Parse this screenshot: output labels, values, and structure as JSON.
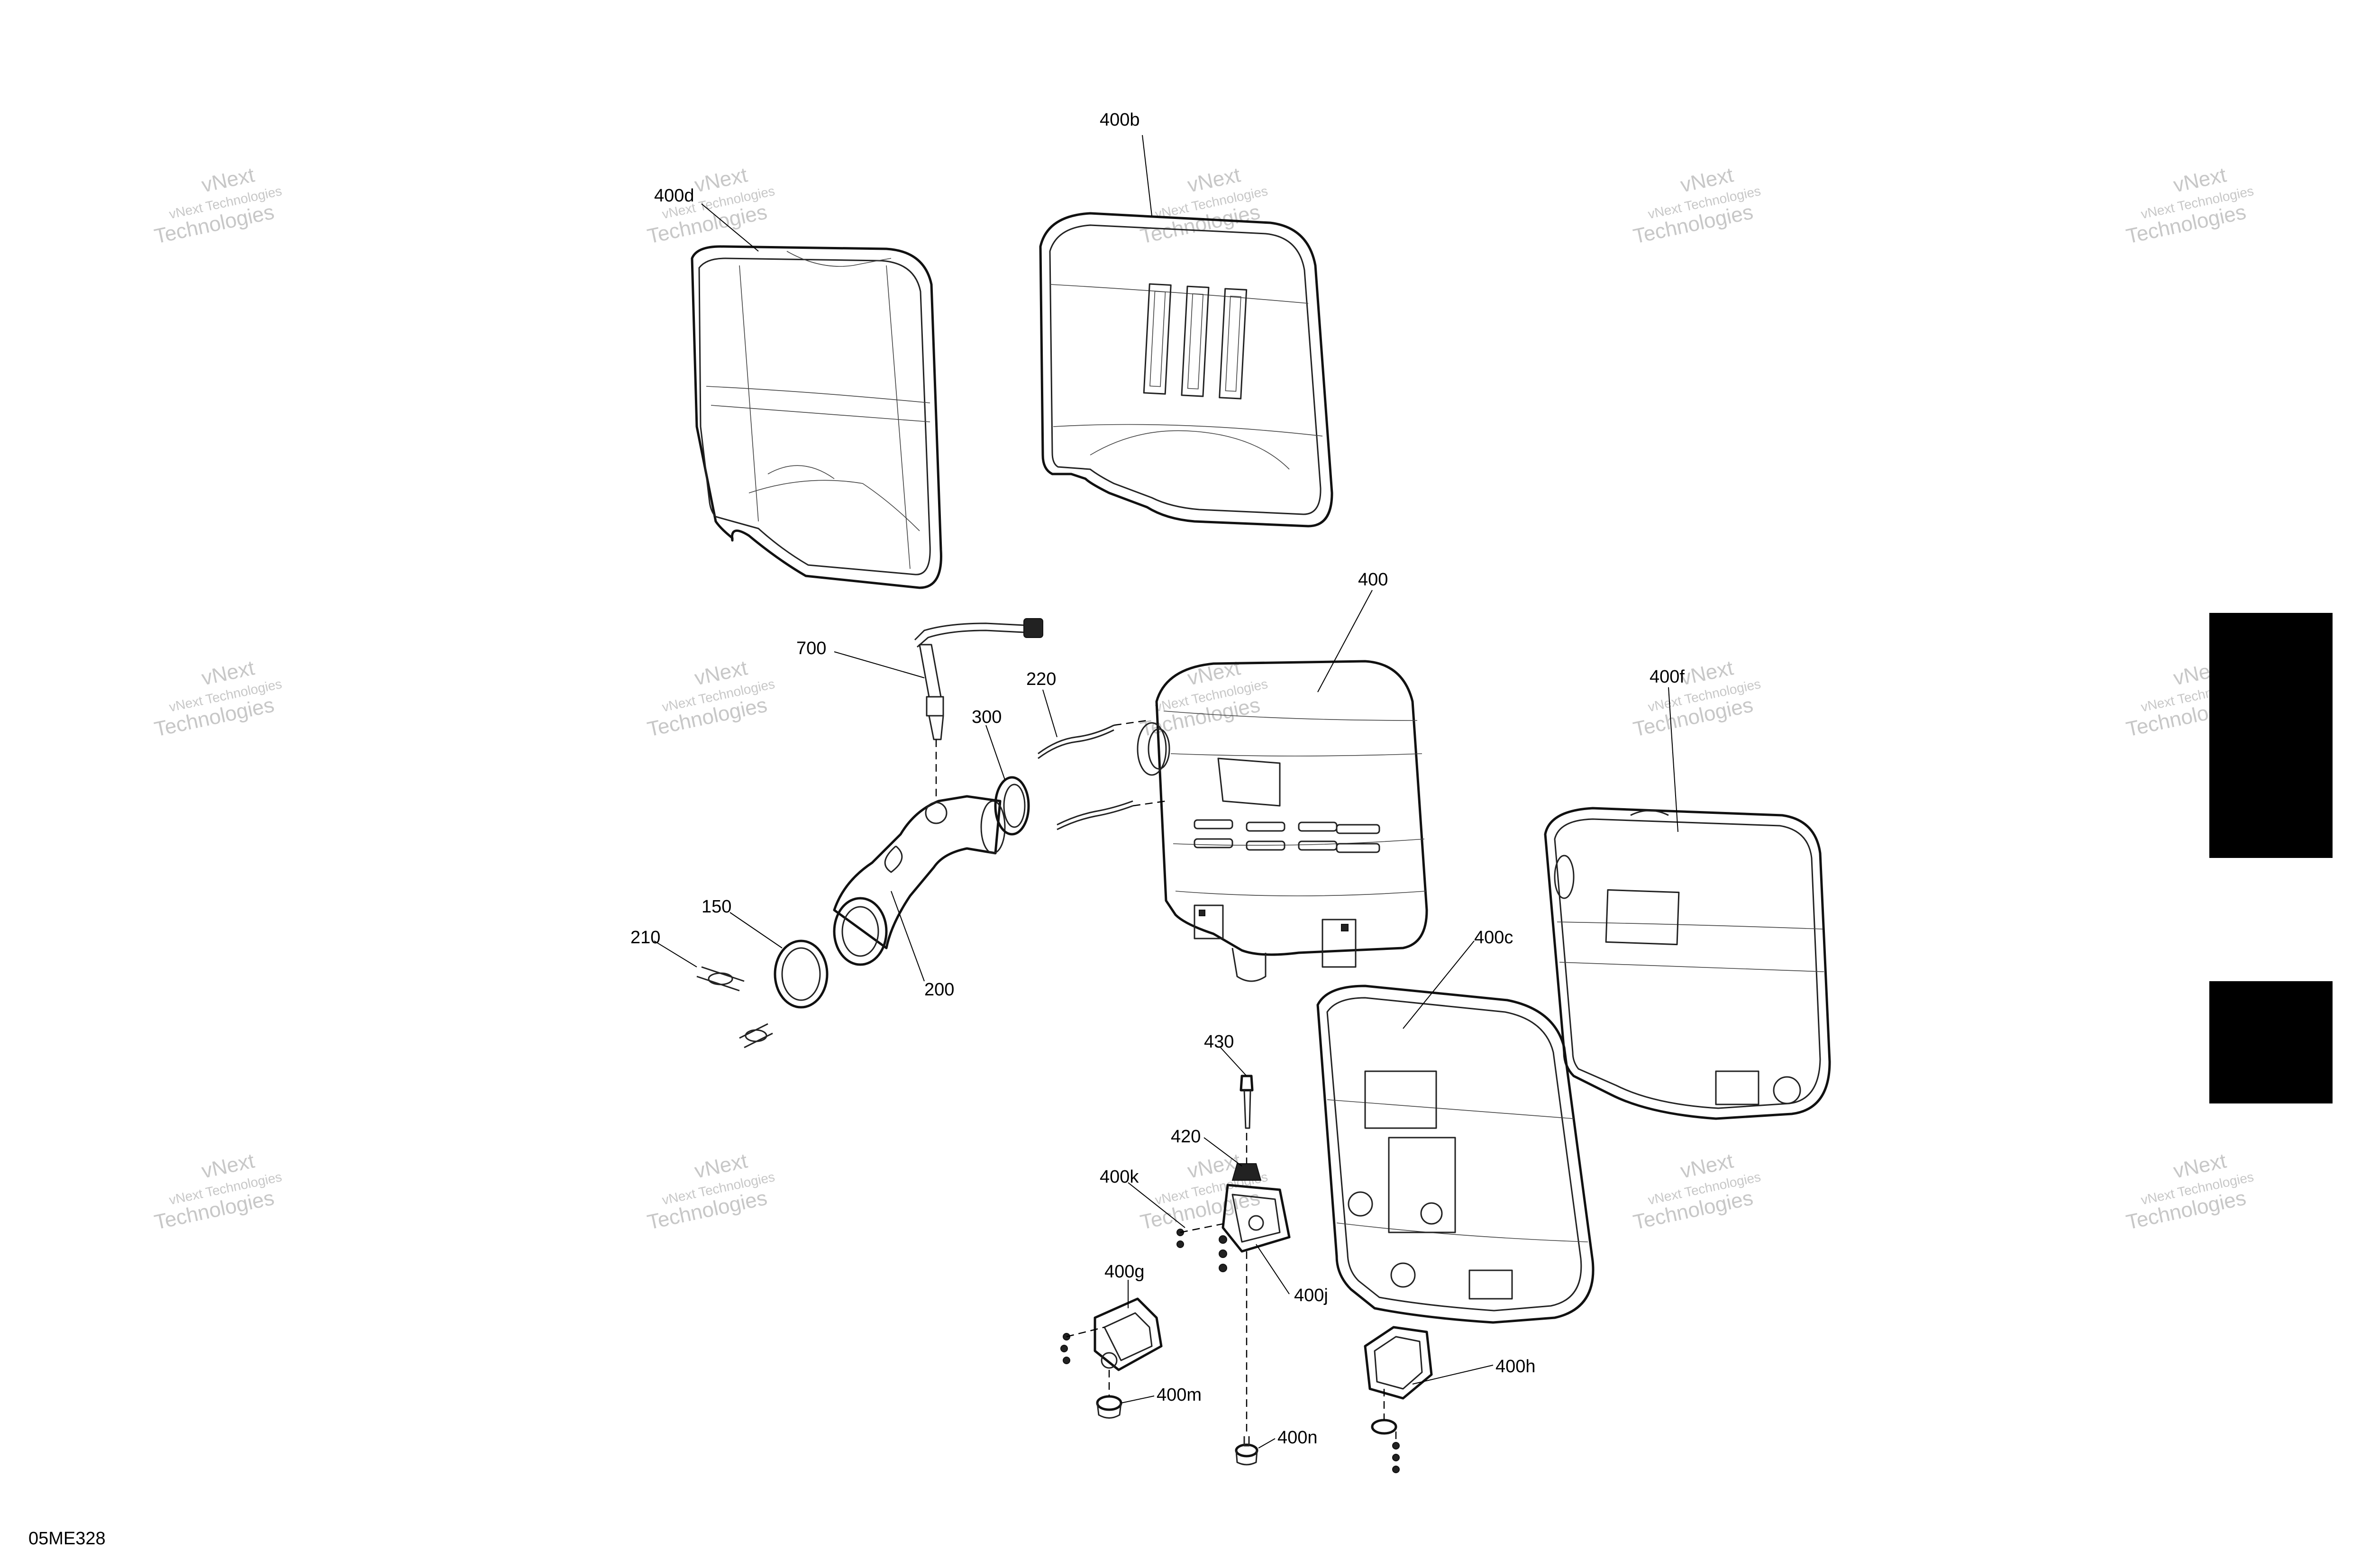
{
  "diagram": {
    "code": "05ME328",
    "callouts": [
      {
        "id": "400b",
        "label": "400b"
      },
      {
        "id": "400d",
        "label": "400d"
      },
      {
        "id": "400",
        "label": "400"
      },
      {
        "id": "700",
        "label": "700"
      },
      {
        "id": "220",
        "label": "220"
      },
      {
        "id": "300",
        "label": "300"
      },
      {
        "id": "400f",
        "label": "400f"
      },
      {
        "id": "150",
        "label": "150"
      },
      {
        "id": "210",
        "label": "210"
      },
      {
        "id": "200",
        "label": "200"
      },
      {
        "id": "400c",
        "label": "400c"
      },
      {
        "id": "430",
        "label": "430"
      },
      {
        "id": "420",
        "label": "420"
      },
      {
        "id": "400k",
        "label": "400k"
      },
      {
        "id": "400g",
        "label": "400g"
      },
      {
        "id": "400j",
        "label": "400j"
      },
      {
        "id": "400h",
        "label": "400h"
      },
      {
        "id": "400m",
        "label": "400m"
      },
      {
        "id": "400n",
        "label": "400n"
      }
    ],
    "watermark": {
      "line1": "vNext Technologies",
      "line2": "vNext",
      "line3": "Technologies"
    }
  },
  "colors": {
    "ink": "#000000",
    "watermark": "#9a9a9a",
    "tab": "#000000",
    "background": "#ffffff"
  }
}
